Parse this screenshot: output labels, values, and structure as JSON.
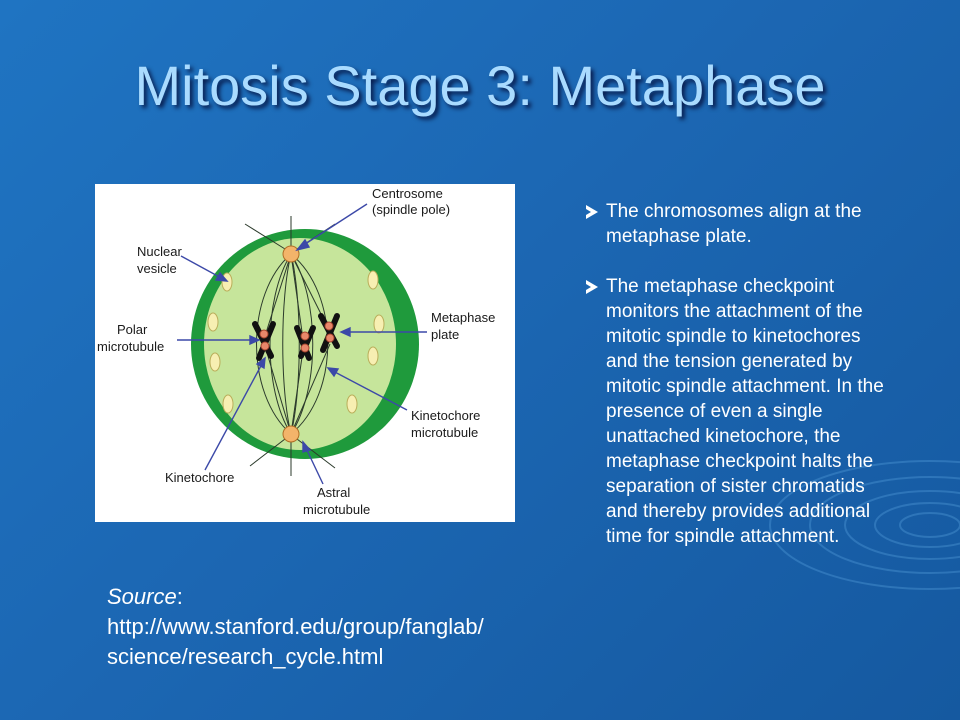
{
  "slide": {
    "title": "Mitosis Stage 3: Metaphase"
  },
  "figure": {
    "labels": {
      "centrosome_line1": "Centrosome",
      "centrosome_line2": "(spindle pole)",
      "nuclear_line1": "Nuclear",
      "nuclear_line2": "vesicle",
      "polar_line1": "Polar",
      "polar_line2": "microtubule",
      "metaphase_line1": "Metaphase",
      "metaphase_line2": "plate",
      "kinetochore_mt_line1": "Kinetochore",
      "kinetochore_mt_line2": "microtubule",
      "kinetochore": "Kinetochore",
      "astral_line1": "Astral",
      "astral_line2": "microtubule"
    },
    "colors": {
      "cell_wall": "#1f9a3c",
      "cytoplasm": "#c6e59b",
      "centrosome": "#f3b46a",
      "vesicle": "#f7efb2",
      "chromosome": "#111111",
      "kinetochore": "#e8876a",
      "pointer": "#3c49a8"
    }
  },
  "bullets": [
    "The chromosomes align at the metaphase plate.",
    "The metaphase checkpoint monitors the attachment of the mitotic spindle to kinetochores and the tension generated by mitotic spindle attachment. In the presence of even a single unattached kinetochore, the metaphase checkpoint halts the separation of sister chromatids and thereby provides additional time for spindle attachment."
  ],
  "source": {
    "label": "Source",
    "colon": ":",
    "url": "http://www.stanford.edu/group/fanglab/science/research_cycle.html"
  }
}
